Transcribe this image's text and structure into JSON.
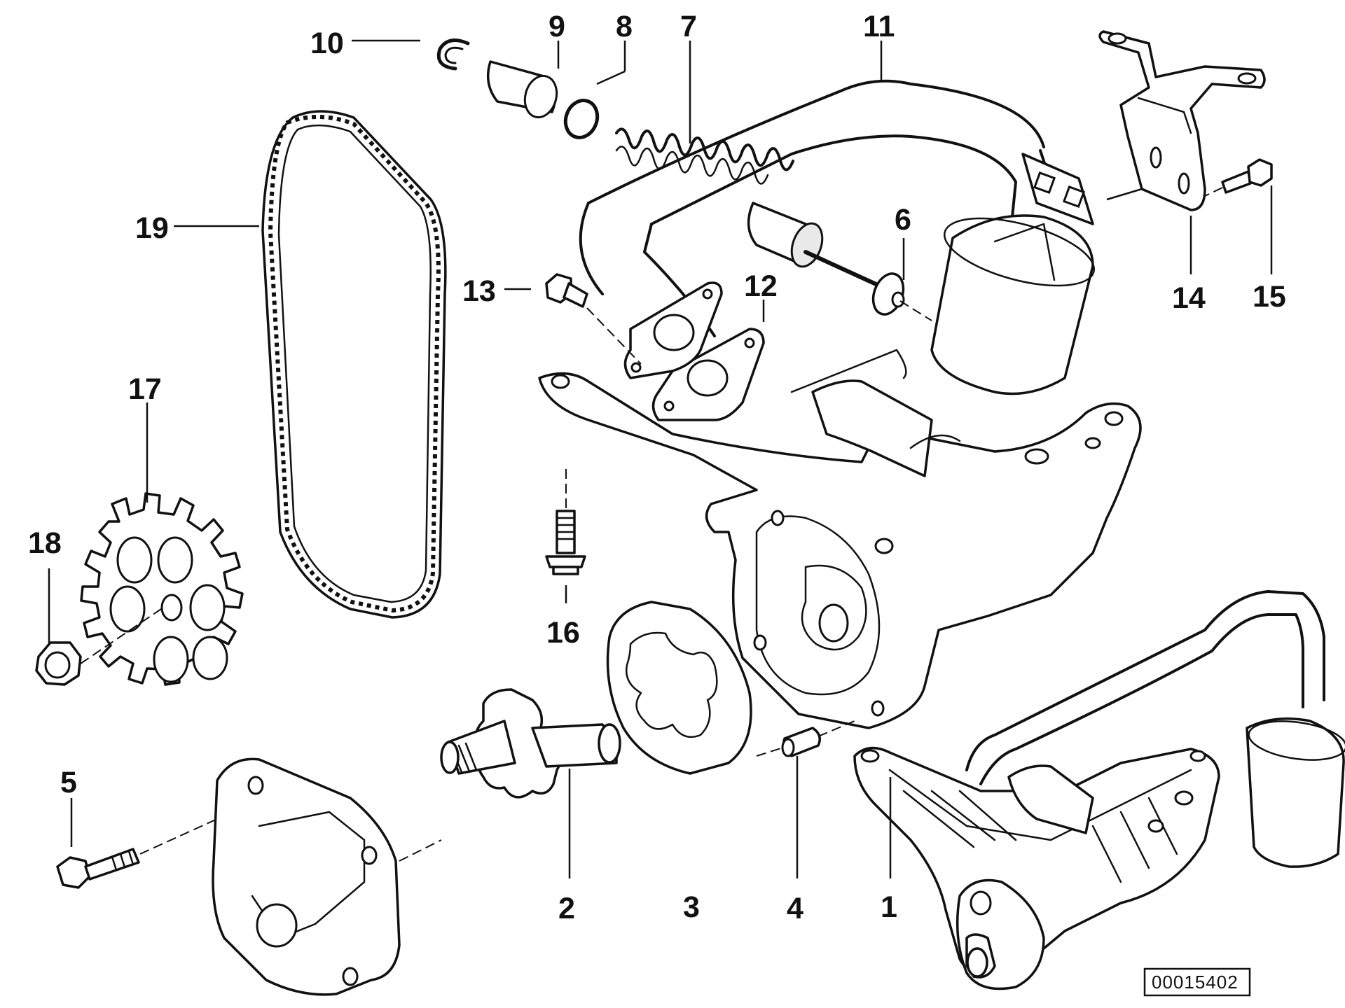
{
  "labels": {
    "l1": "1",
    "l2": "2",
    "l3": "3",
    "l4": "4",
    "l5": "5",
    "l6": "6",
    "l7": "7",
    "l8": "8",
    "l9": "9",
    "l10": "10",
    "l11": "11",
    "l12": "12",
    "l13": "13",
    "l14": "14",
    "l15": "15",
    "l16": "16",
    "l17": "17",
    "l18": "18",
    "l19": "19"
  },
  "reference_number": "00015402"
}
